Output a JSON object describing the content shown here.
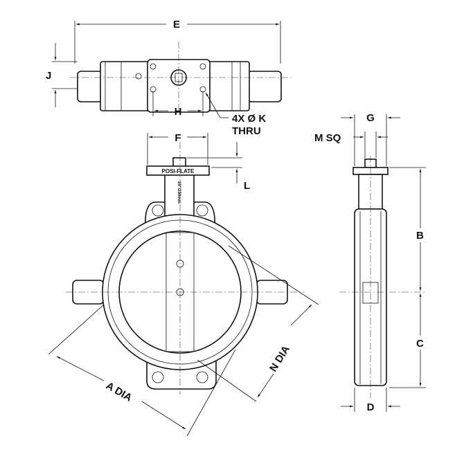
{
  "labels": {
    "E": "E",
    "J": "J",
    "H": "H",
    "K": "4X Ø K",
    "thru": "THRU",
    "F": "F",
    "L": "L",
    "G": "G",
    "MSQ": "M SQ",
    "B": "B",
    "C": "C",
    "D": "D",
    "ADIA": "A DIA",
    "NDIA": "N DIA"
  },
  "plate_text": "POSI-FLATE",
  "stem_text": "10\"/250mm"
}
